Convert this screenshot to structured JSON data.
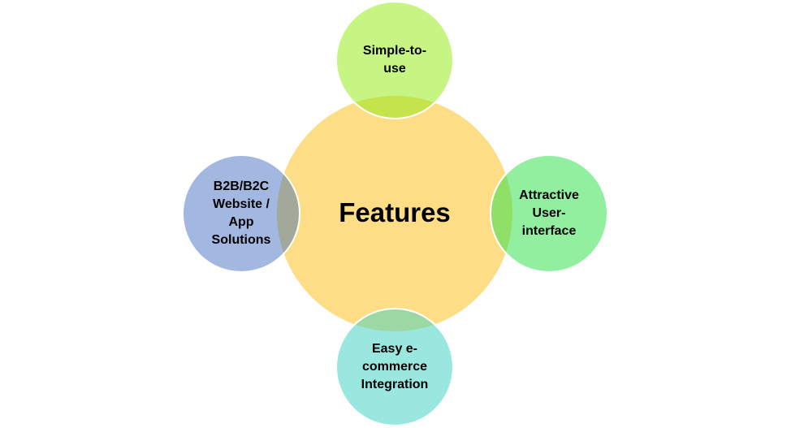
{
  "center": {
    "label": "Features",
    "color": "#FDDE86"
  },
  "nodes": [
    {
      "id": "top",
      "label": "Simple-to-use",
      "lines": [
        "Simple-to-",
        "use"
      ],
      "color": "#C6F584",
      "overlap_color": "#C5E34A"
    },
    {
      "id": "right",
      "label": "Attractive User-interface",
      "lines": [
        "Attractive",
        "User-",
        "interface"
      ],
      "color": "#92EFA0",
      "overlap_color": "#90E068"
    },
    {
      "id": "bottom",
      "label": "Easy e-commerce Integration",
      "lines": [
        "Easy e-",
        "commerce",
        "Integration"
      ],
      "color": "#9AE7E0",
      "overlap_color": "#9CD8A4"
    },
    {
      "id": "left",
      "label": "B2B/B2C Website / App Solutions",
      "lines": [
        "B2B/B2C",
        "Website /",
        "App",
        "Solutions"
      ],
      "color": "#A2B8E1",
      "overlap_color": "#A2A89A"
    }
  ]
}
